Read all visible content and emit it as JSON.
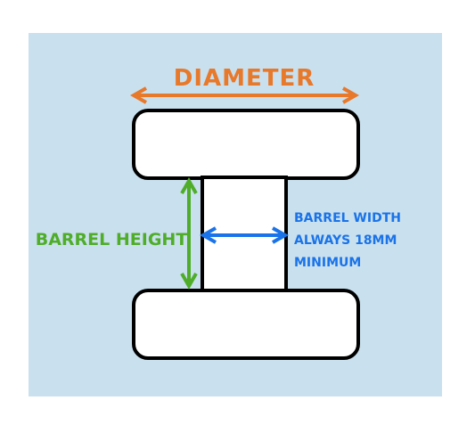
{
  "labels": {
    "diameter": "DIAMETER",
    "barrel_height": "BARREL HEIGHT",
    "barrel_width_line1": "BARREL WIDTH",
    "barrel_width_line2": "ALWAYS 18MM",
    "barrel_width_line3": "MINIMUM"
  },
  "colors": {
    "background": "#c9e0ee",
    "diameter": "#e8782a",
    "barrel_height": "#4fad2a",
    "barrel_width": "#1a73e8",
    "outline": "#000000",
    "fill": "#ffffff"
  }
}
